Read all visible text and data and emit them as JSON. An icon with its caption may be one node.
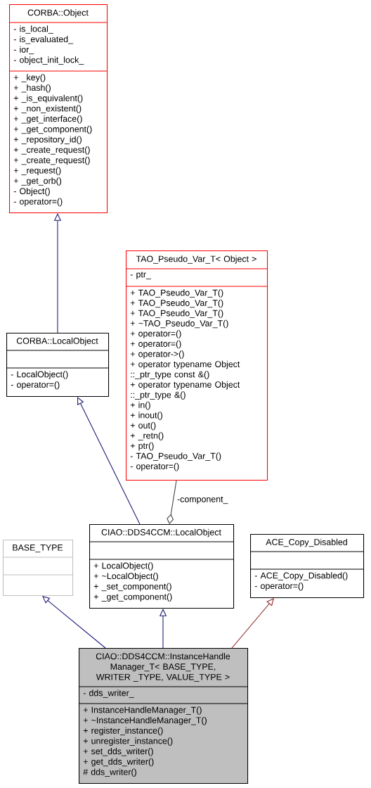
{
  "diagram": {
    "nodes": [
      {
        "text": [
          "CORBA::Object",
          "- is_local_",
          "- is_evaluated_",
          "- ior_",
          "- object_init_lock_",
          "+ _key()",
          "+ _hash()",
          "+ _is_equivalent()",
          "+ _non_existent()",
          "+ _get_interface()",
          "+ _get_component()",
          "+ _repository_id()",
          "+ _create_request()",
          "+ _create_request()",
          "+ _request()",
          "+ _get_orb()",
          "- Object()",
          "- operator=()"
        ]
      },
      {
        "text": [
          "TAO_Pseudo_Var_T< Object >",
          "- ptr_",
          "+ TAO_Pseudo_Var_T()",
          "+ TAO_Pseudo_Var_T()",
          "+ TAO_Pseudo_Var_T()",
          "+ ~TAO_Pseudo_Var_T()",
          "+ operator=()",
          "+ operator=()",
          "+ operator->()",
          "+ operator typename Object ::_ptr_type const &()",
          "+ operator typename Object ::_ptr_type &()",
          "+ in()",
          "+ inout()",
          "+ out()",
          "+ _retn()",
          "+ ptr()",
          "- TAO_Pseudo_Var_T()",
          "- operator=()"
        ]
      },
      {
        "text": [
          "CORBA::LocalObject",
          "- LocalObject()",
          "- operator=()"
        ]
      },
      {
        "text": [
          "BASE_TYPE"
        ]
      },
      {
        "text": [
          "CIAO::DDS4CCM::LocalObject",
          "+ LocalObject()",
          "+ ~LocalObject()",
          "+ _set_component()",
          "+ _get_component()"
        ]
      },
      {
        "text": [
          "ACE_Copy_Disabled",
          "- ACE_Copy_Disabled()",
          "- operator=()"
        ]
      },
      {
        "text": [
          "CIAO::DDS4CCM::InstanceHandle Manager_T< BASE_TYPE, WRITER _TYPE, VALUE_TYPE >",
          "- dds_writer_",
          "+ InstanceHandleManager_T()",
          "+ ~InstanceHandleManager_T()",
          "+ register_instance()",
          "+ unregister_instance()",
          "+ set_dds_writer()",
          "+ get_dds_writer()",
          "# dds_writer()"
        ]
      }
    ],
    "edges": [
      {
        "from": 2,
        "to": 0,
        "arrow": "to"
      },
      {
        "from": 4,
        "to": 2,
        "arrow": "to"
      },
      {
        "from": 1,
        "to": 4,
        "arrow": "other",
        "label": "-component_",
        "color": "#404040"
      },
      {
        "from": 6,
        "to": 3,
        "arrow": "to"
      },
      {
        "from": 6,
        "to": 4,
        "arrow": "to"
      },
      {
        "from": 6,
        "to": 5,
        "arrow": "to",
        "color": "#8b1a1a"
      }
    ]
  }
}
